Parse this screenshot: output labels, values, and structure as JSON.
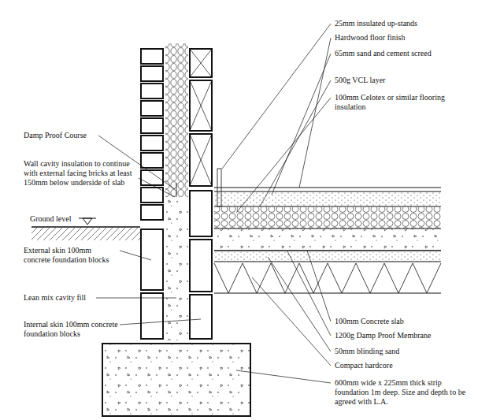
{
  "diagram": {
    "labels": [
      "25mm insulated up-stands",
      "Hardwood floor finish",
      "65mm sand and cement screed",
      "500g VCL layer",
      "100mm Celotex or similar flooring insulation",
      "Damp Proof Course",
      "Wall cavity insulation to continue with external facing bricks at least 150mm below underside of slab",
      "Ground level",
      "External skin 100mm concrete foundation blocks",
      "Lean mix cavity fill",
      "Internal skin 100mm concrete foundation blocks",
      "100mm Concrete slab",
      "1200g Damp Proof Membrane",
      "50mm blinding sand",
      "Compact hardcore",
      "600mm wide x 225mm thick strip foundation 1m deep. Size and depth to be agreed with L.A."
    ]
  }
}
